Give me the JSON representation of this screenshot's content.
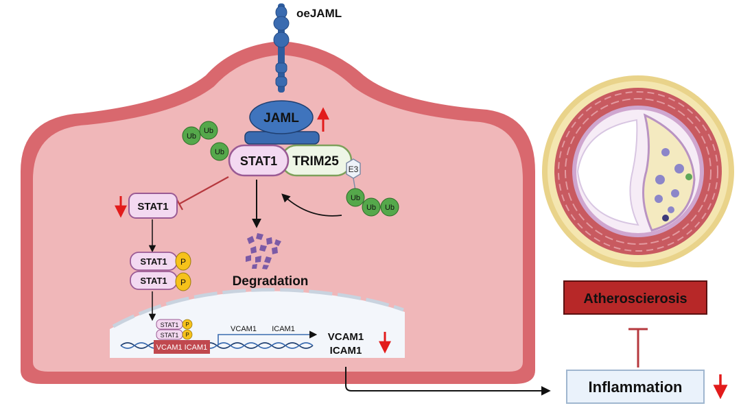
{
  "labels": {
    "oejaml": "oeJAML",
    "jaml": "JAML",
    "stat1_complex": "STAT1",
    "trim25": "TRIM25",
    "e3": "E3",
    "ub": "Ub",
    "stat1_free": "STAT1",
    "stat1_dimer_a": "STAT1",
    "stat1_dimer_b": "STAT1",
    "phospho": "P",
    "degradation": "Degradation",
    "dna_stat1_a": "STAT1",
    "dna_stat1_b": "STAT1",
    "dna_promoter": "VCAM1 ICAM1",
    "transcript_vcam1": "VCAM1",
    "transcript_icam1": "ICAM1",
    "out_vcam1": "VCAM1",
    "out_icam1": "ICAM1",
    "atherosclerosis": "Atheroscierosis",
    "inflammation": "Inflammation"
  },
  "colors": {
    "cell_fill": "#f0b7b9",
    "cell_border": "#d9686e",
    "jaml": "#3a6bb0",
    "stat1_fill": "#f3d9f1",
    "stat1_border": "#9a5a94",
    "trim25_fill": "#eef6e6",
    "trim25_border": "#7da05a",
    "ub_fill": "#55a84b",
    "phospho": "#f6c21a",
    "up_arrow": "#e21b1b",
    "inhibit": "#b6383e",
    "athero_box": "#b72828",
    "inflammation_box": "#eaf2fb",
    "degradation_fragment": "#7b5aa6"
  },
  "icons": {
    "up_indicator": "arrow-up-icon",
    "down_indicator": "arrow-down-icon",
    "inhibition": "inhibit-bar-icon",
    "artery": "artery-cross-section-icon"
  }
}
